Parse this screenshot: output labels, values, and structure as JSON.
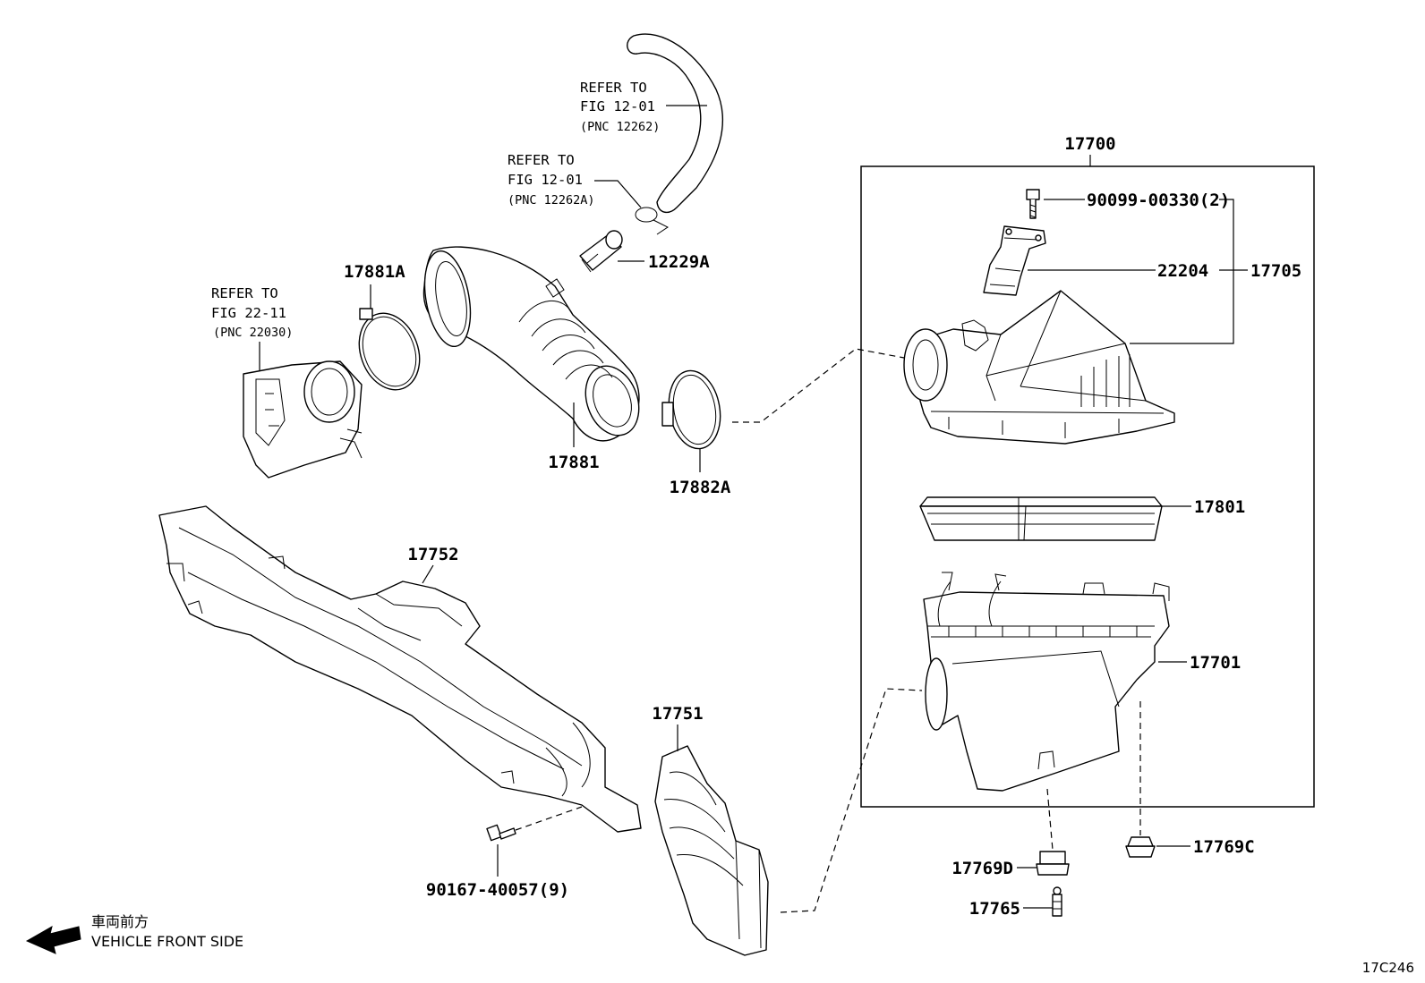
{
  "callouts": {
    "p17700": "17700",
    "p90099": "90099-00330(2)",
    "p22204": "22204",
    "p17705": "17705",
    "p17801": "17801",
    "p17701": "17701",
    "p17769C": "17769C",
    "p17769D": "17769D",
    "p17765": "17765",
    "p12229A": "12229A",
    "p17881A": "17881A",
    "p17881": "17881",
    "p17882A": "17882A",
    "p17752": "17752",
    "p17751": "17751",
    "p90167": "90167-40057(9)"
  },
  "references": {
    "ref1": [
      "REFER TO",
      "FIG 12-01",
      "(PNC 12262)"
    ],
    "ref2": [
      "REFER TO",
      "FIG 12-01",
      "(PNC 12262A)"
    ],
    "ref3": [
      "REFER TO",
      "FIG 22-11",
      "(PNC 22030)"
    ]
  },
  "direction_note": {
    "japanese": "車両前方",
    "english": "VEHICLE FRONT SIDE",
    "icon": "arrow-left-icon"
  },
  "figure_code": "17C246"
}
